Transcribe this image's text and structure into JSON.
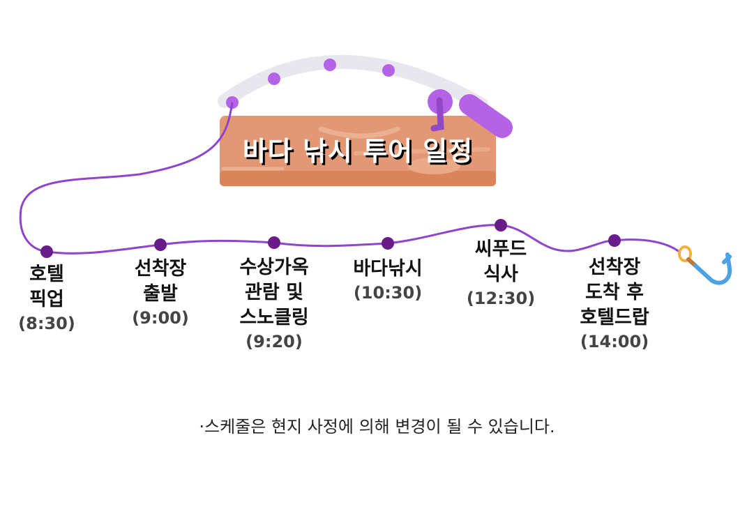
{
  "title": "바다 낚시 투어 일정",
  "stops": [
    {
      "name": "호텔\n픽업",
      "time": "(8:30)"
    },
    {
      "name": "선착장\n출발",
      "time": "(9:00)"
    },
    {
      "name": "수상가옥\n관람 및\n스노클링",
      "time": "(9:20)"
    },
    {
      "name": "바다낚시",
      "time": "(10:30)"
    },
    {
      "name": "씨푸드\n식사",
      "time": "(12:30)"
    },
    {
      "name": "선착장\n도착 후\n호텔드랍",
      "time": "(14:00)"
    }
  ],
  "note": "·스케줄은 현지 사정에 의해 변경이 될 수 있습니다.",
  "colors": {
    "line": "#8e44cc",
    "dot": "#6a1b8a",
    "rod": "#b462e6",
    "board": "#df8a5c",
    "hook": "#4aa3e6",
    "ring": "#f2b23a"
  }
}
